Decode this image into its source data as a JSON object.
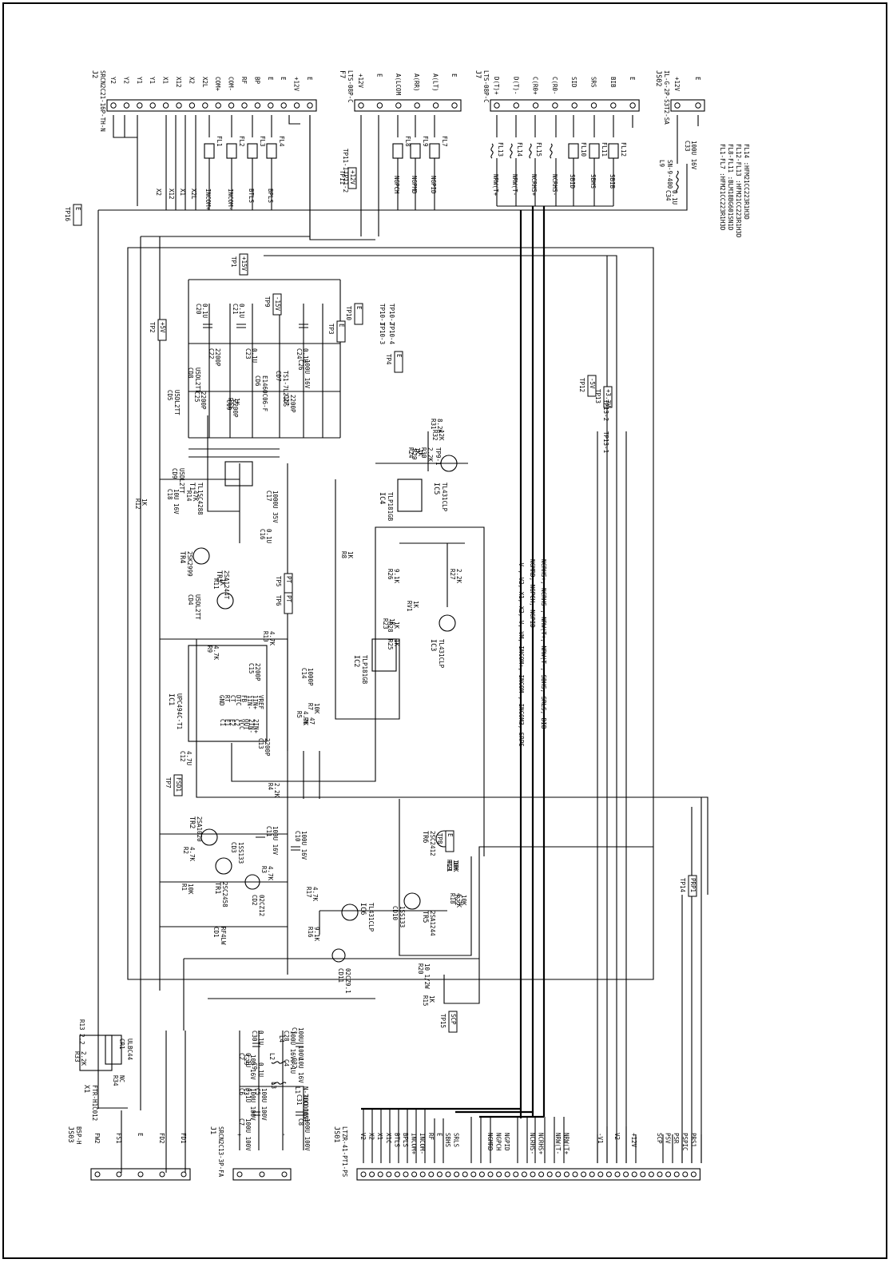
{
  "connectors": {
    "j2": {
      "name": "J2",
      "part": "SRCN2C21-16P-TH-N",
      "pins": [
        "Y2",
        "Y2",
        "Y1",
        "Y1",
        "X1",
        "X12",
        "X2",
        "X2L",
        "COM+",
        "COM-",
        "RF",
        "BP",
        "E",
        "E",
        "+12V",
        "E"
      ]
    },
    "f7": {
      "name": "F7",
      "part": "LTS-08P-C",
      "pins": [
        "+12V",
        "E",
        "A(LCOM",
        "A(RR)",
        "A(LT)",
        "E"
      ]
    },
    "j7": {
      "name": "J7",
      "part": "LTS-08P-C",
      "pins": [
        "D(T)+",
        "D(T)-",
        "C(R0+",
        "C(R0-",
        "SID",
        "SRS",
        "BIB",
        "E"
      ]
    },
    "js02": {
      "name": "JS02",
      "part": "IL-G-2P-S3T2-SA",
      "pins": [
        "+12V",
        "E"
      ]
    },
    "js03": {
      "name": "JS03",
      "part": "B5P-H",
      "pins": [
        "FW2",
        "FS1",
        "E",
        "FD2",
        "FD1"
      ]
    },
    "j1": {
      "name": "J1",
      "part": "SRCN2C13-3P-FA",
      "pins": [
        "+",
        "",
        "-"
      ]
    },
    "js01": {
      "name": "JS01",
      "part": "LTZR-41-PT1-PS",
      "pins": [
        "V2",
        "X2",
        "X1",
        "X1C",
        "BTLS",
        "BPLS",
        "INCOM+",
        "INCOM-",
        "RF",
        "E",
        "SBHS",
        "SRLS",
        "",
        "",
        "",
        "NGMRD",
        "NGPCH",
        "NGPID",
        "",
        "",
        "NCRHS-",
        "NCRHS+",
        "",
        "NRW(T-",
        "NRW(T+",
        "",
        "",
        "",
        "-V1",
        "",
        "V2",
        "",
        "+12V",
        "",
        "",
        "SCP",
        "PSV",
        "PSR",
        "PSPIC",
        "PRS1"
      ]
    }
  },
  "harness_labels": [
    "-V-, V2, X1, X2, V, VM, INCOM+, INCOM-, INCOM3, SRPS",
    "NGMRD, NGPCH, NGPID",
    "NCRHS+, NCRHS-, NRW(T+, NRW(T-, SBHS, SRLS, BIB"
  ],
  "signals_left": [
    "X2",
    "X12",
    "X1",
    "X2L",
    "INCOM+",
    "INCOM-",
    "BTLS",
    "BPLS"
  ],
  "signals_mid": [
    "NGPCH",
    "NGPMD",
    "NGPID"
  ],
  "signals_right": [
    "NRW(T+",
    "NRW(T-",
    "NCRHS+",
    "NCRHS-",
    "SBID",
    "SBHS",
    "SBIB"
  ],
  "filters_a": [
    "FL1",
    "FL2",
    "FL3",
    "FL4"
  ],
  "filters_b": [
    "FL8",
    "FL9",
    "FL7"
  ],
  "filters_c": [
    "FL13",
    "FL14",
    "FL15",
    "FL10",
    "FL11",
    "FL12"
  ],
  "notes": [
    "FL1-FL7 :HFM21CC223R1H3D",
    "FL8-FL11 :BLM18BG601SN1D",
    "FL12-FL13 :HFM21CC223R1H3D",
    "FL14 :HFM21CC223R1H3D"
  ],
  "l9": {
    "name": "L9",
    "part": "SN-9-400"
  },
  "c_right": [
    {
      "name": "C33",
      "value": "100U 16V"
    },
    {
      "name": "C34",
      "value": "0.1U"
    }
  ],
  "ics": {
    "ic1": {
      "name": "IC1",
      "part": "UPC494C-T1",
      "pins": [
        "VREF",
        "1IN+",
        "1IN-",
        "FB",
        "DTC",
        "CT",
        "RT",
        "GND",
        "C1",
        "E1",
        "E2",
        "C2",
        "VCC",
        "OUT",
        "2IN-",
        "2IN+"
      ]
    },
    "ic2": {
      "name": "IC2",
      "part": "TLP181GB"
    },
    "ic3": {
      "name": "IC3",
      "part": "TL431CLP"
    },
    "ic4": {
      "name": "IC4",
      "part": "TLP181GB"
    },
    "ic5": {
      "name": "IC5",
      "part": "TL431CLP"
    },
    "ic6": {
      "name": "IC6",
      "part": "TL431CLP"
    }
  },
  "transistors": [
    {
      "name": "TR1",
      "part": "2SC2458"
    },
    {
      "name": "TR2",
      "part": "2SA1020"
    },
    {
      "name": "TR3",
      "part": "2SA1244T"
    },
    {
      "name": "TR4",
      "part": "2SK2999"
    },
    {
      "name": "TR5",
      "part": "2SA1244"
    },
    {
      "name": "TR6",
      "part": "2SC2412"
    }
  ],
  "diodes": [
    {
      "name": "CD1",
      "part": "RF4LW"
    },
    {
      "name": "CD2",
      "part": "02CZ12"
    },
    {
      "name": "CD3",
      "part": "1SS133"
    },
    {
      "name": "CD4",
      "part": "U5DL2TT"
    },
    {
      "name": "CD5",
      "part": "U5DL2TT"
    },
    {
      "name": "CD6",
      "part": "E1460C06-F"
    },
    {
      "name": "CD7",
      "part": "TS1-7L21DS"
    },
    {
      "name": "CD8",
      "part": "U5DL2TT"
    },
    {
      "name": "CD9",
      "part": "U5DL2TT"
    },
    {
      "name": "CD10",
      "part": "1SS133"
    },
    {
      "name": "CD11",
      "part": "02CZ9.1"
    }
  ],
  "transformer": {
    "name": "T1",
    "part": "TL1SC4288"
  },
  "resistors": [
    {
      "name": "R1",
      "value": "10K"
    },
    {
      "name": "R2",
      "value": "4.7K"
    },
    {
      "name": "R3",
      "value": "4.7K"
    },
    {
      "name": "R4",
      "value": "2.2K"
    },
    {
      "name": "R5",
      "value": "4.7K"
    },
    {
      "name": "R6",
      "value": "47"
    },
    {
      "name": "R7",
      "value": "10K"
    },
    {
      "name": "R8",
      "value": "1K"
    },
    {
      "name": "R9",
      "value": "4.7K"
    },
    {
      "name": "R10",
      "value": "4.7K"
    },
    {
      "name": "R11",
      "value": "1K"
    },
    {
      "name": "R12",
      "value": "1K"
    },
    {
      "name": "R13",
      "value": "1K"
    },
    {
      "name": "R14",
      "value": "47K"
    },
    {
      "name": "R15",
      "value": "1K"
    },
    {
      "name": "R16",
      "value": "9.1K"
    },
    {
      "name": "R17",
      "value": "4.7K"
    },
    {
      "name": "R18",
      "value": "4.7K"
    },
    {
      "name": "R19",
      "value": "10K"
    },
    {
      "name": "R20",
      "value": "10 1/2W"
    },
    {
      "name": "R21",
      "value": "10K"
    },
    {
      "name": "R22",
      "value": "10K"
    },
    {
      "name": "R23",
      "value": "1K"
    },
    {
      "name": "R24",
      "value": "1K"
    },
    {
      "name": "R25",
      "value": "1K"
    },
    {
      "name": "R26",
      "value": "9.1K"
    },
    {
      "name": "R27",
      "value": "2.2K"
    },
    {
      "name": "R28",
      "value": "1K"
    },
    {
      "name": "R29",
      "value": "1K"
    },
    {
      "name": "R30",
      "value": "2.2K"
    },
    {
      "name": "R31",
      "value": "8.2K"
    },
    {
      "name": "R32",
      "value": "12K"
    },
    {
      "name": "R33",
      "value": "2.2K"
    },
    {
      "name": "R34",
      "value": "NC"
    },
    {
      "name": "RV1",
      "value": "1K"
    }
  ],
  "capacitors": [
    {
      "name": "C1",
      "value": "100U 100V"
    },
    {
      "name": "C2",
      "value": "0.1U"
    },
    {
      "name": "C3",
      "value": "100U 100V"
    },
    {
      "name": "C4",
      "value": "0.1U"
    },
    {
      "name": "C5",
      "value": "100U 100V"
    },
    {
      "name": "C6",
      "value": "0.1U"
    },
    {
      "name": "C7",
      "value": "100U 100V"
    },
    {
      "name": "C8",
      "value": "100U 100V"
    },
    {
      "name": "C9",
      "value": "0.1U"
    },
    {
      "name": "C10",
      "value": "100U 16V"
    },
    {
      "name": "C11",
      "value": "100U 16V"
    },
    {
      "name": "C12",
      "value": "4.7U"
    },
    {
      "name": "C13",
      "value": "2200P"
    },
    {
      "name": "C14",
      "value": "1000P"
    },
    {
      "name": "C15",
      "value": "2200P"
    },
    {
      "name": "C16",
      "value": "0.1U"
    },
    {
      "name": "C17",
      "value": "1000U 35V"
    },
    {
      "name": "C18",
      "value": "10U 16V"
    },
    {
      "name": "C19",
      "value": "2200P"
    },
    {
      "name": "C20",
      "value": "0.1U"
    },
    {
      "name": "C21",
      "value": "0.1U"
    },
    {
      "name": "C22",
      "value": "2200P"
    },
    {
      "name": "C23",
      "value": "0.1U"
    },
    {
      "name": "C24",
      "value": "0.1U"
    },
    {
      "name": "C25",
      "value": "2200P"
    },
    {
      "name": "C26",
      "value": "100U 16V"
    },
    {
      "name": "C27",
      "value": "2200P"
    },
    {
      "name": "C28",
      "value": "100U 16V"
    },
    {
      "name": "C29",
      "value": "10U 16V"
    },
    {
      "name": "C30",
      "value": "0.1U"
    },
    {
      "name": "C31",
      "value": "10U 16V"
    },
    {
      "name": "C32",
      "value": "10U 16V"
    }
  ],
  "inductors": [
    {
      "name": "L1",
      "part": "N-7LC000S7"
    },
    {
      "name": "L2",
      "part": ""
    },
    {
      "name": "L3",
      "part": ""
    },
    {
      "name": "L4",
      "part": ""
    }
  ],
  "relay": {
    "name": "X1",
    "part": "FTR-H1C012",
    "cr": "CR1",
    "crpart": "ULBC44",
    "r13": "R13 2.2"
  },
  "test_points": [
    {
      "name": "TP1",
      "label": "+15V"
    },
    {
      "name": "TP2",
      "label": "+5V"
    },
    {
      "name": "TP3",
      "label": "E"
    },
    {
      "name": "TP4",
      "label": "E"
    },
    {
      "name": "TP5",
      "label": "PT"
    },
    {
      "name": "TP6",
      "label": "PT"
    },
    {
      "name": "TP7",
      "label": "FSD1"
    },
    {
      "name": "TP8",
      "label": "E"
    },
    {
      "name": "TP9",
      "label": "-15V"
    },
    {
      "name": "TP10",
      "label": "E"
    },
    {
      "name": "TP11",
      "label": "+12V"
    },
    {
      "name": "TP12",
      "label": "-5V"
    },
    {
      "name": "TP13",
      "label": "+3.3V"
    },
    {
      "name": "TP14",
      "label": "PRP1"
    },
    {
      "name": "TP15",
      "label": "SCP"
    },
    {
      "name": "TP16",
      "label": "E"
    }
  ],
  "tp_groups": [
    "TP10-1",
    "TP10-2",
    "TP10-3",
    "TP10-4",
    "TP11-1",
    "TP11-2",
    "TP13-1",
    "TP13-2",
    "TP9-1"
  ]
}
